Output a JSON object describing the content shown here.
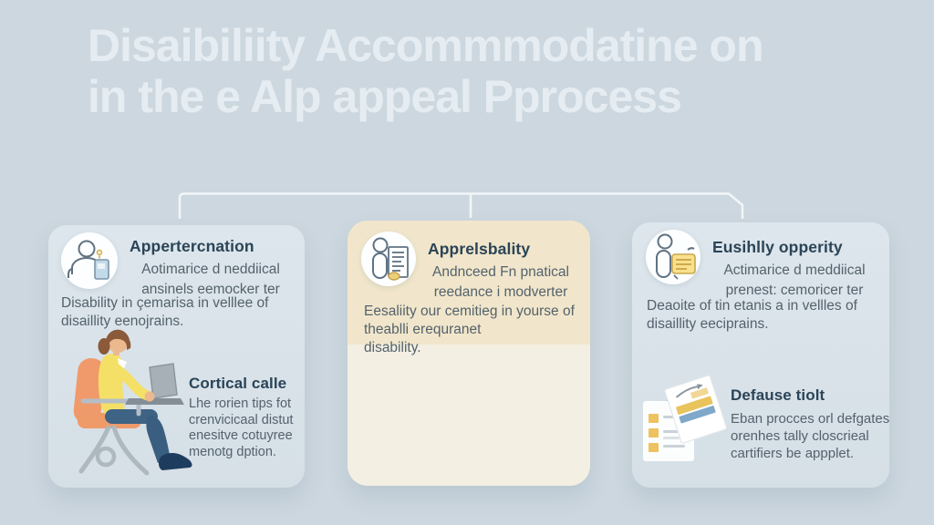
{
  "title": {
    "line1": "Disaibiliity Accommmodatine on",
    "line2": "in the e Alp appeal Pprocess"
  },
  "cards": [
    {
      "heading": "Appertercnation",
      "intro_lines": [
        "Aotimarice d neddiical",
        "ansinels eemocker ter"
      ],
      "body_lines": [
        "Disability in çemarisa in velllee of",
        "disaillity eenojrains."
      ],
      "icon": "person-document-icon",
      "illustration": "person-on-chair-with-laptop",
      "sub_heading": "Cortical calle",
      "sub_lines": [
        "Lhe rorien tips fot",
        "crenvicicaal distut",
        "enesitve cotuyree",
        "menotg dption."
      ]
    },
    {
      "heading": "Apprelsbality",
      "intro_lines": [
        "Andnceed Fn pnatical",
        "reedance i modverter"
      ],
      "body_lines": [
        "Eesaliity our cemitieg in yourse of",
        "theablli erequranet",
        "disability."
      ],
      "icon": "person-checklist-icon"
    },
    {
      "heading": "Eusihlly opperity",
      "intro_lines": [
        "Actimarice d meddiical",
        "prenest: cemoricer ter"
      ],
      "body_lines": [
        "Deaoite of tin etanis a in vellles of",
        "disaillity eeciprains."
      ],
      "icon": "person-note-icon",
      "illustration": "documents-illustration",
      "sub_heading": "Defause tiolt",
      "sub_lines": [
        "Eban procces orl defgates",
        "orenhes tally closcrieal",
        "cartifiers be appplet."
      ]
    }
  ],
  "colors": {
    "background": "#ccd7df",
    "title_text": "#e6edf2",
    "card_blue": "#d9e2e9",
    "card_beige_top": "#f1e6cb",
    "card_beige_bottom": "#f3efe2",
    "heading_text": "#2b4457",
    "body_text": "#54626d",
    "connector_line": "#f5f8fa",
    "chair_orange": "#f09a6b",
    "cardigan_yellow": "#f5e067",
    "jeans_blue": "#3e6385",
    "shoe_navy": "#1e3c5e",
    "accent_yellow": "#e9c35c",
    "accent_blue": "#c3daea"
  }
}
